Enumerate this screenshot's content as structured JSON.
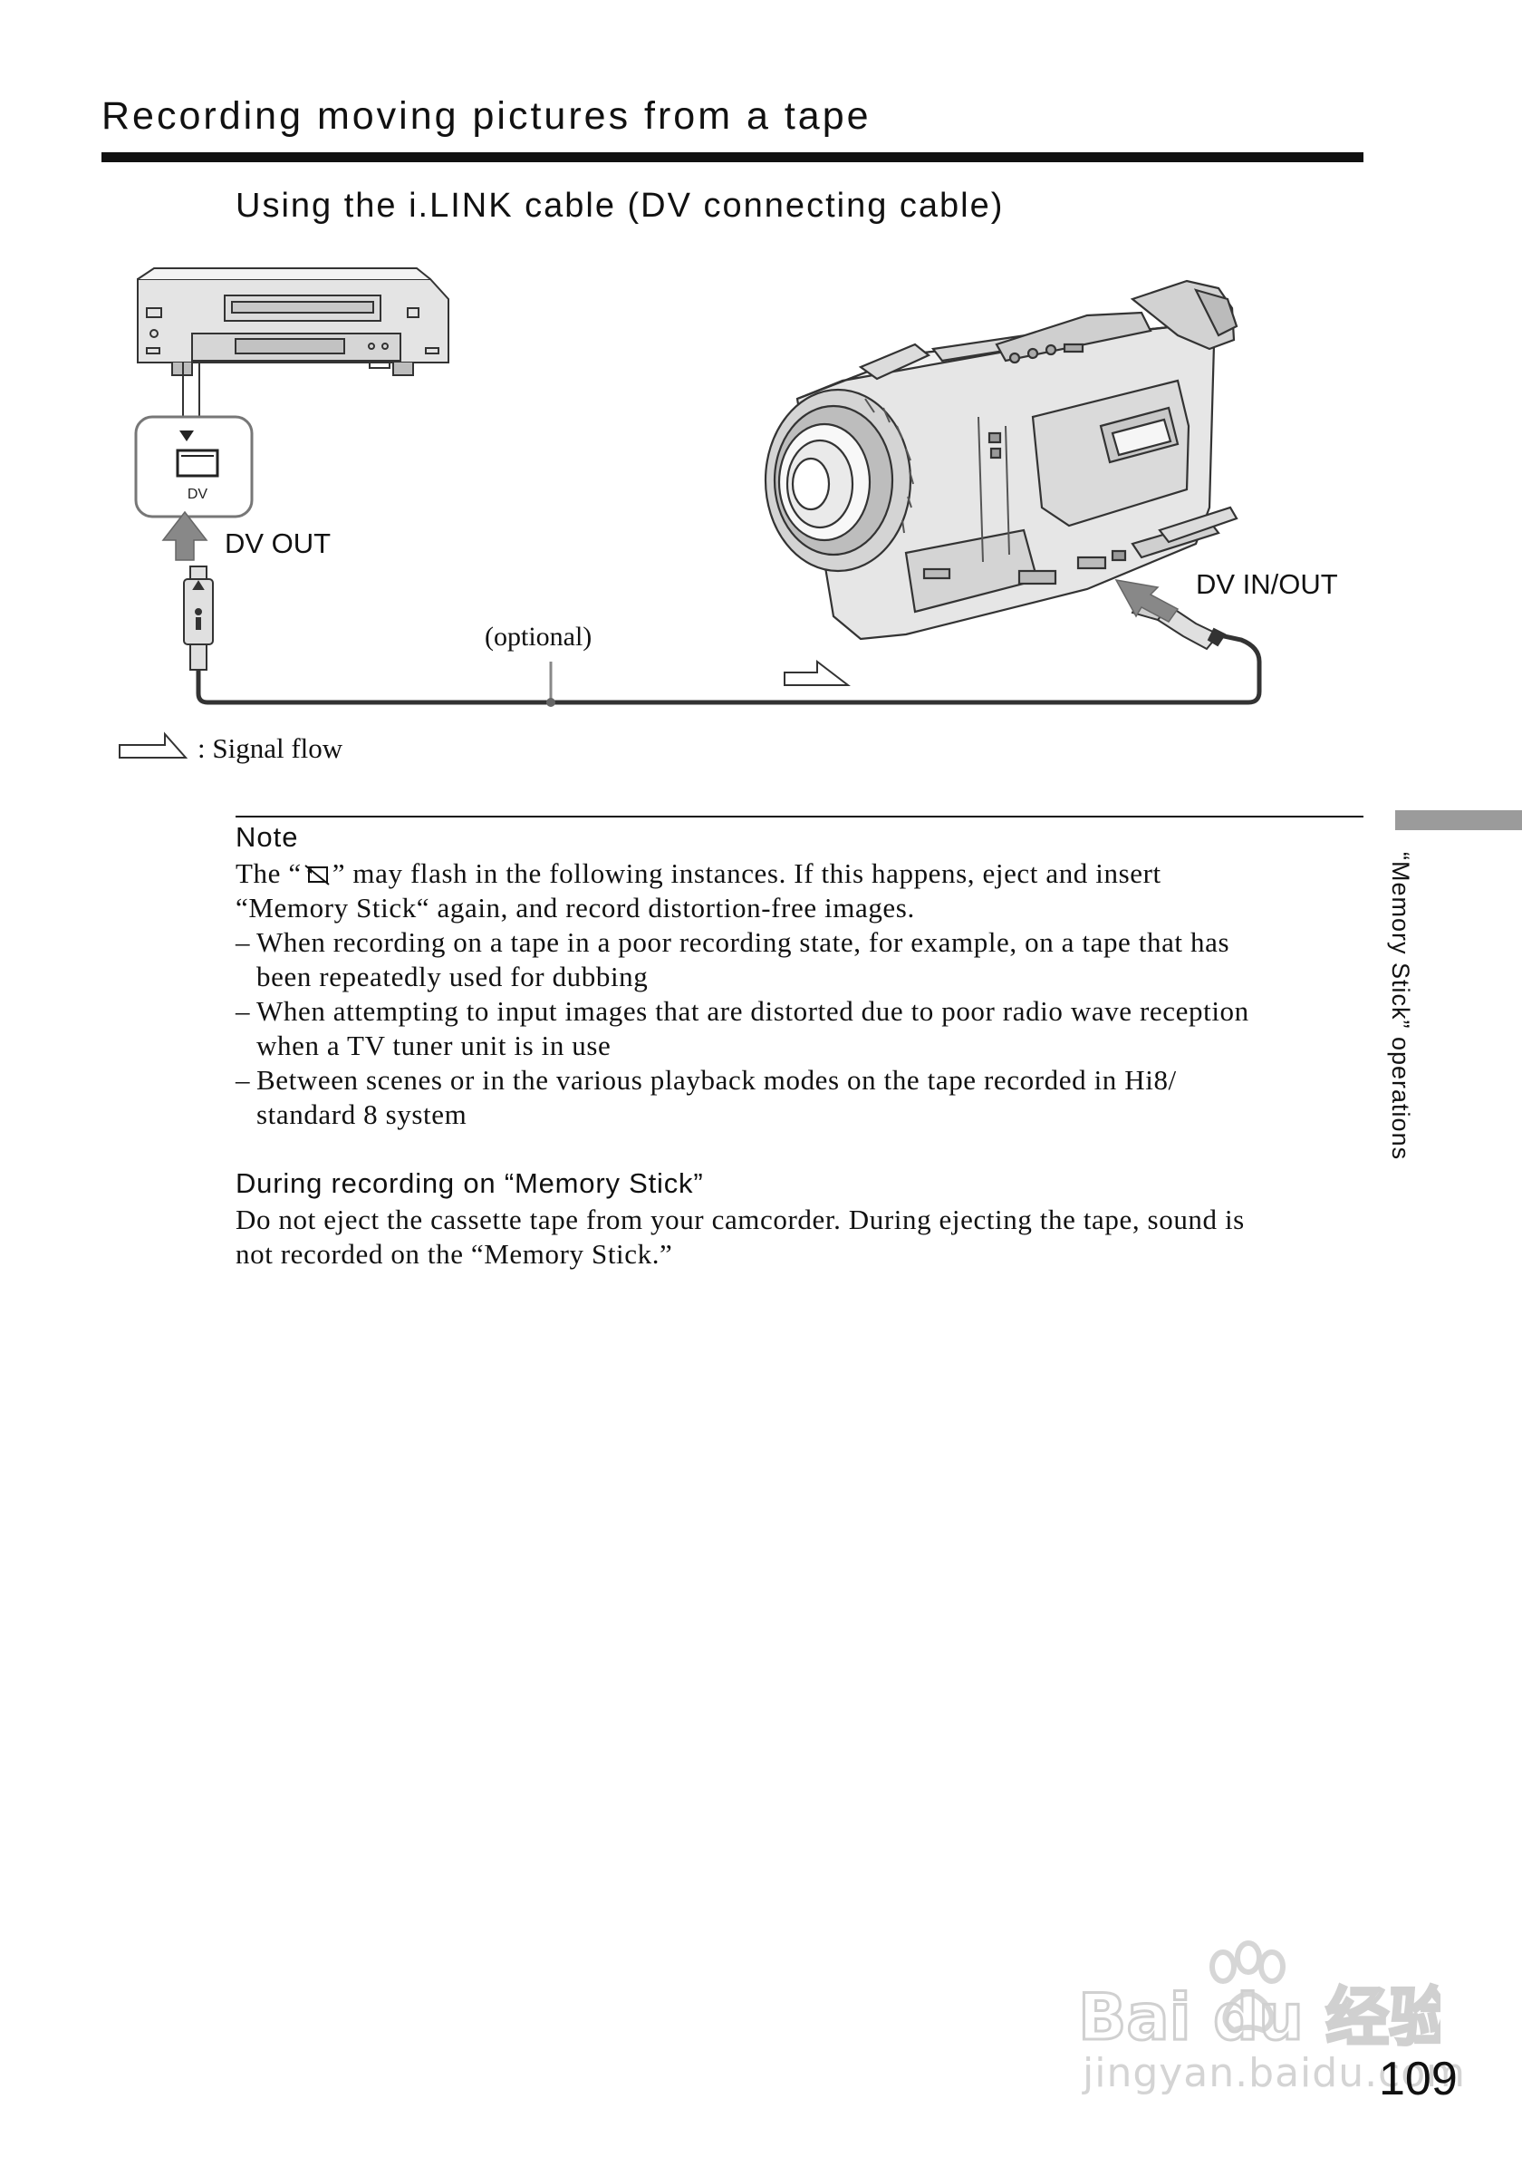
{
  "header": {
    "title": "Recording moving pictures from a tape"
  },
  "section": {
    "heading": "Using the i.LINK cable (DV connecting cable)"
  },
  "diagram": {
    "vcr_port_label": "DV",
    "vcr_port_callout": "DV OUT",
    "camcorder_port_callout": "DV IN/OUT",
    "cable_label": "(optional)",
    "legend_text": ": Signal flow"
  },
  "note": {
    "heading": "Note",
    "intro_before_icon": "The “",
    "intro_after_icon": "” may flash in the following instances. If this happens, eject and insert",
    "intro_line2": "“Memory Stick“ again, and record distortion-free images.",
    "bullets": [
      {
        "line1": "When recording on a tape in a poor recording state, for example, on a tape that has",
        "line2": "been repeatedly used for dubbing"
      },
      {
        "line1": "When attempting to input images that are distorted due to poor radio wave reception",
        "line2": "when a TV tuner unit is in use"
      },
      {
        "line1": "Between scenes or in the various playback modes on the tape recorded in Hi8/",
        "line2": "standard 8 system"
      }
    ]
  },
  "recording_note": {
    "heading": "During recording on “Memory Stick”",
    "line1": "Do not eject the cassette tape from your camcorder. During ejecting the tape, sound is",
    "line2": "not recorded on the “Memory Stick.”"
  },
  "side_tab": {
    "label": "“Memory Stick” operations"
  },
  "footer": {
    "page_number": "109"
  },
  "watermark": {
    "brand": "Bai du 经验",
    "url": "jingyan.baidu.com"
  },
  "icons": {
    "signal_flow_arrow": "signal-flow-arrow-icon",
    "warning_mark": "memory-stick-warning-icon"
  }
}
